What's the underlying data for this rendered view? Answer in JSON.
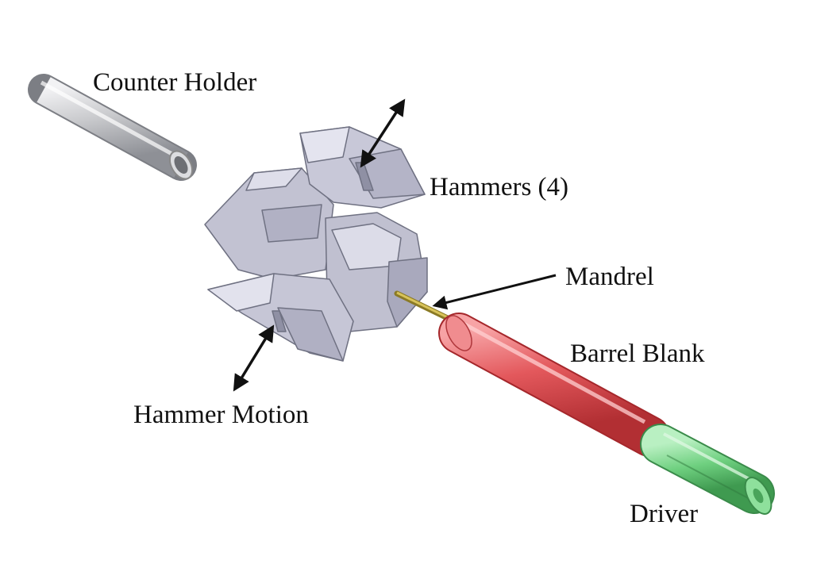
{
  "labels": {
    "counter_holder": "Counter Holder",
    "hammers": "Hammers (4)",
    "mandrel": "Mandrel",
    "barrel_blank": "Barrel Blank",
    "hammer_motion": "Hammer Motion",
    "driver": "Driver"
  },
  "colors": {
    "steel": "#c9cacd",
    "hammer": "#c7c7d6",
    "barrel": "#e3585c",
    "driver": "#6fd080",
    "mandrel": "#b8a23a",
    "ink": "#111111"
  }
}
